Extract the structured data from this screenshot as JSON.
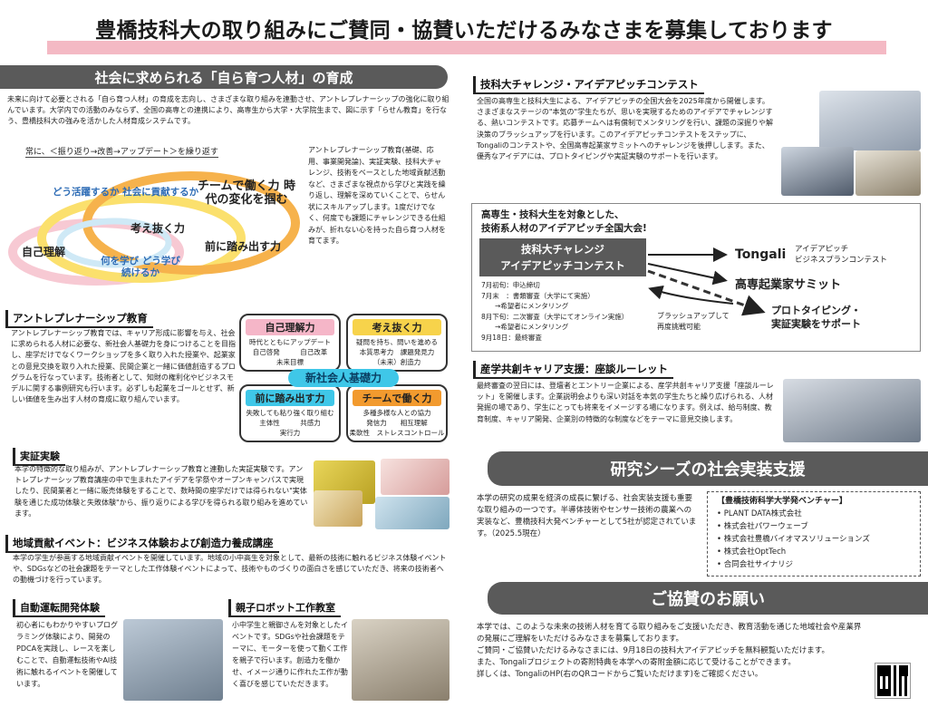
{
  "header": {
    "title": "豊橋技科大の取り組みにご賛同・協賛いただけるみなさまを募集しております"
  },
  "left": {
    "section1": {
      "title": "社会に求められる「自ら育つ人材」の育成",
      "intro": "未来に向けて必要とされる「自ら育つ人材」の育成を志向し、さまざまな取り組みを連動させ、アントレプレナーシップの強化に取り組んでいます。大学内での活動のみならず、全国の高専との連携により、高専生から大学・大学院生まで、図に示す「らせん教育」を行なう、豊橋技科大の強みを活かした人材育成システムです。",
      "diagram_caption": "常に、＜振り返り→改善→アップデート＞を繰り返す",
      "spiral_labels": [
        "どう活躍するか 社会に貢献するか",
        "チームで働く力 時代の変化を掴む",
        "考え抜く力",
        "自己理解",
        "前に踏み出す力",
        "何を学び どう学び続けるか"
      ],
      "side_text": "アントレプレナーシップ教育(基礎、応用、事業開発論)、実証実験、技科大チャレンジ、技術をベースとした地域貢献活動など、さまざまな視点から学びと実践を繰り返し、理解を深めていくことで、らせん状にスキルアップします。1度だけでなく、何度でも課題にチャレンジできる仕組みが、折れない心を持った自ら育つ人材を育てます。"
    },
    "entre": {
      "title": "アントレプレナーシップ教育",
      "text": "アントレプレナーシップ教育では、キャリア形成に影響を与え、社会に求められる人材に必要な、新社会人基礎力を身につけることを目指し、座学だけでなくワークショップを多く取り入れた授業や、起業家との意見交換を取り入れた授業、民間企業と一緒に価値創造するプログラムを行なっています。技術者として、知財の権利化やビジネスモデルに関する事例研究も行います。必ずしも起業をゴールとせず、新しい価値を生み出す人材の育成に取り組んでいます。",
      "center": "新社会人基礎力",
      "boxes": [
        {
          "title": "自己理解力",
          "rows": [
            "時代とともにアップデート",
            "自己啓発　　　自己改革",
            "未来目標"
          ]
        },
        {
          "title": "考え抜く力",
          "rows": [
            "疑問を持ち、問いを進める",
            "本質思考力　課題発見力",
            "（未来）創造力"
          ]
        },
        {
          "title": "前に踏み出す力",
          "rows": [
            "失敗しても粘り強く取り組む",
            "主体性　　　共感力",
            "実行力"
          ]
        },
        {
          "title": "チームで働く力",
          "rows": [
            "多種多様な人との協力",
            "発信力　　相互理解",
            "柔軟性　ストレスコントロール"
          ]
        }
      ]
    },
    "jissho": {
      "title": "実証実験",
      "text": "本学の特徴的な取り組みが、アントレプレナーシップ教育と連動した実証実験です。アントレプレナーシップ教育講座の中で生まれたアイデアを学祭やオープンキャンパスで実現したり、民間業者と一緒に販売体験をすることで、数時間の座学だけでは得られない\"実体験を通じた成功体験と失敗体験\"から、振り返りによる学びを得られる取り組みを進めています。"
    },
    "chiiki": {
      "title": "地域貢献イベント：ビジネス体験および創造力養成講座",
      "text": "本学の学生が参画する地域貢献イベントを開催しています。地域の小中高生を対象として、最新の技術に触れるビジネス体験イベントや、SDGsなどの社会課題をテーマとした工作体験イベントによって、技術やものづくりの面白さを感じていただき、将来の技術者への動機づけを行っています。"
    },
    "jidou": {
      "title": "自動運転開発体験",
      "text": "初心者にもわかりやすいプログラミング体験により、開発のPDCAを実践し、レースを楽しむことで、自動運転技術やAI技術に触れるイベントを開催しています。"
    },
    "robot": {
      "title": "親子ロボット工作教室",
      "text": "小中学生と親御さんを対象としたイベントです。SDGsや社会課題をテーマに、モーターを使って動く工作を親子で行います。創造力を働かせ、イメージ通りに作れた工作が動く喜びを感じていただきます。"
    }
  },
  "right": {
    "challenge": {
      "title": "技科大チャレンジ・アイデアピッチコンテスト",
      "text": "全国の高専生と技科大生による、アイデアピッチの全国大会を2025年度から開催します。さまざまなステージの\"本気の\"学生たちが、思いを実現するためのアイデアでチャレンジする、熱いコンテストです。応募チームへは有償制でメンタリングを行い、課題の深掘りや解決策のブラッシュアップを行います。このアイデアピッチコンテストをステップに、Tongaliのコンテストや、全国高専起業家サミットへのチャレンジを後押しします。また、優秀なアイデアには、プロトタイピングや実証実験のサポートを行います。",
      "flow_heading1": "高専生・技科大生を対象とした、",
      "flow_heading2": "技術系人材のアイデアピッチ全国大会!",
      "flow_box": [
        "技科大チャレンジ",
        "アイデアピッチコンテスト"
      ],
      "tongali": "Tongali",
      "tongali_sub": [
        "アイデアピッチ",
        "ビジネスプランコンテスト"
      ],
      "summit": "高専起業家サミット",
      "proto": [
        "プロトタイピング・",
        "実証実験をサポート"
      ],
      "brush": [
        "ブラッシュアップして",
        "再度挑戦可能"
      ],
      "schedule": [
        "7月初旬：申込締切",
        "7月末　：書類審査（大学にて実施）",
        "　　→希望者にメンタリング",
        "8月下旬：二次審査（大学にてオンライン実施）",
        "　　→希望者にメンタリング",
        "9月18日：最終審査"
      ]
    },
    "career": {
      "title": "産学共創キャリア支援：座談ルーレット",
      "text": "最終審査の翌日には、登壇者とエントリー企業による、産学共創キャリア支援「座談ルーレット」を開催します。企業説明会よりも深い対話を本気の学生たちと繰り広げられる、人材発掘の場であり、学生にとっても将来をイメージする場になります。例えば、給与制度、教育制度、キャリア開発、企業別の特徴的な制度などをテーマに意見交換します。"
    },
    "research": {
      "title": "研究シーズの社会実装支援",
      "text": "本学の研究の成果を経済の成長に繋げる、社会実装支援も重要な取り組みの一つです。半導体技術やセンサー技術の農業への実装など、豊橋技科大発ベンチャーとして5社が認定されています。（2025.5現在）",
      "venture_title": "【豊橋技術科学大学発ベンチャー】",
      "ventures": [
        "PLANT DATA株式会社",
        "株式会社パワーウェーブ",
        "株式会社豊橋バイオマスソリューションズ",
        "株式会社OptTech",
        "合同会社サイナリジ"
      ]
    },
    "request": {
      "title": "ご協賛のお願い",
      "lines": [
        "本学では、このような未来の技術人材を育てる取り組みをご支援いただき、教育活動を通じた地域社会や産業界の発展にご理解をいただけるみなさまを募集しております。",
        "ご賛同・ご協賛いただけるみなさまには、9月18日の技科大アイデアピッチを無料観覧いただけます。",
        "また、Tongaliプロジェクトの寄附特典を本学への寄附金額に応じて受けることができます。",
        "詳しくは、TongaliのHP(右のQRコードからご覧いただけます)をご確認ください。"
      ]
    }
  },
  "colors": {
    "band": "#5a5a5a",
    "title_pink": "#f4b9c4",
    "pink": "#f5b6c8",
    "yellow": "#f7d34b",
    "cyan": "#3fc7e8",
    "orange": "#f29a2e",
    "purple": "#b89be0"
  }
}
